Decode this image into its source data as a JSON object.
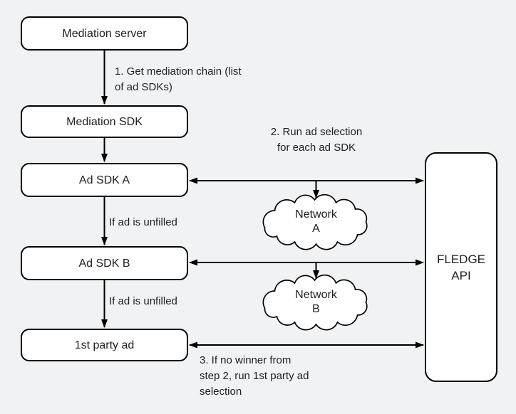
{
  "colors": {
    "background": "#f1f2f3",
    "stroke": "#000000",
    "node_fill": "#ffffff",
    "text": "#202124"
  },
  "nodes": {
    "mediation_server": "Mediation server",
    "mediation_sdk": "Mediation SDK",
    "ad_sdk_a": "Ad SDK A",
    "ad_sdk_b": "Ad SDK B",
    "first_party_ad": "1st party ad",
    "fledge_api": {
      "line1": "FLEDGE",
      "line2": "API"
    },
    "network_a": {
      "line1": "Network",
      "line2": "A"
    },
    "network_b": {
      "line1": "Network",
      "line2": "B"
    }
  },
  "annotations": {
    "step1": {
      "line1": "1. Get mediation chain (list",
      "line2": "of ad SDKs)"
    },
    "step2": {
      "line1": "2. Run ad selection",
      "line2": "for each ad SDK"
    },
    "if_unfilled_top": "If ad is unfilled",
    "if_unfilled_bottom": "If ad is unfilled",
    "step3": {
      "line1": "3. If no winner from",
      "line2": "step 2, run 1st party ad",
      "line3": "selection"
    }
  }
}
